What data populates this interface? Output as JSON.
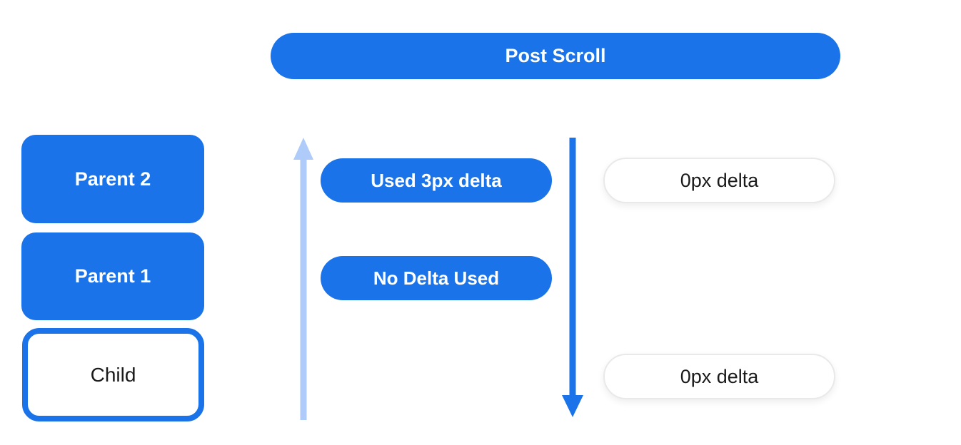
{
  "colors": {
    "blue": "#1a73e8",
    "light_blue": "#aecbfa",
    "dark_text": "#1a1a1a",
    "pill_border": "#e9e9e9",
    "white": "#ffffff"
  },
  "title_pill": {
    "label": "Post Scroll"
  },
  "left_column": {
    "boxes": [
      {
        "label": "Parent 2",
        "style": "filled"
      },
      {
        "label": "Parent 1",
        "style": "filled"
      },
      {
        "label": "Child",
        "style": "outlined"
      }
    ]
  },
  "middle_column": {
    "up_arrow_icon": "scroll-direction-up-arrow",
    "down_arrow_icon": "scroll-direction-down-arrow",
    "pills": [
      {
        "label": "Used 3px delta"
      },
      {
        "label": "No Delta Used"
      }
    ]
  },
  "right_column": {
    "pills": [
      {
        "label": "0px delta"
      },
      {
        "label": "0px delta"
      }
    ]
  }
}
